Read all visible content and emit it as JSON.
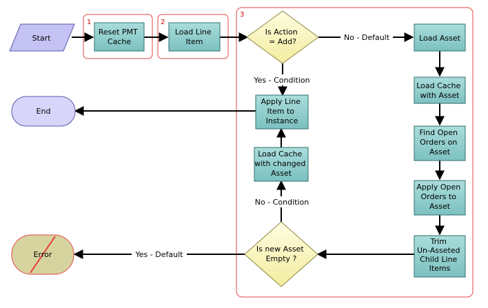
{
  "colors": {
    "step_box": "#8fcfcf",
    "decision": "#fbf7bf",
    "start": "#c5c2f4",
    "end": "#d8d5fa",
    "error": "#d6d39f",
    "error_slash": "#e83b3b",
    "group_outline": "#e24747",
    "line": "#000000"
  },
  "nodes": {
    "start": "Start",
    "reset_pmt_cache": [
      "Reset PMT",
      "Cache"
    ],
    "load_line_item": [
      "Load Line",
      "Item"
    ],
    "is_action_add": [
      "Is Action",
      "= Add?"
    ],
    "load_asset": [
      "Load Asset"
    ],
    "load_cache_with_asset": [
      "Load Cache",
      "with Asset"
    ],
    "find_open_orders": [
      "Find Open",
      "Orders on",
      "Asset"
    ],
    "apply_open_orders": [
      "Apply Open",
      "Orders to",
      "Asset"
    ],
    "trim_unasseted": [
      "Trim",
      "Un-Asseted",
      "Child Line",
      "Items"
    ],
    "is_new_asset_empty": [
      "Is new Asset",
      "Empty ?"
    ],
    "load_cache_changed": [
      "Load Cache",
      "with changed",
      "Asset"
    ],
    "apply_line_item": [
      "Apply Line",
      "Item to",
      "Instance"
    ],
    "end": "End",
    "error": "Error"
  },
  "edges": {
    "no_default": "No - Default",
    "yes_condition": "Yes - Condition",
    "no_condition": "No - Condition",
    "yes_default": "Yes - Default"
  },
  "steps": {
    "one": "1",
    "two": "2",
    "three": "3"
  }
}
